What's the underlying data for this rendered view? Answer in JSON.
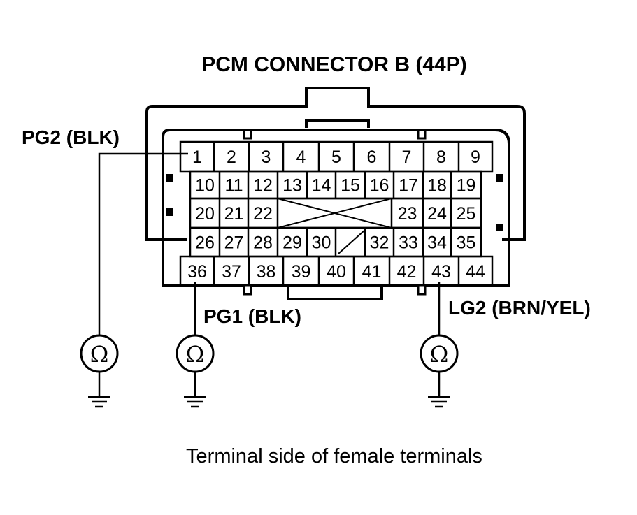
{
  "title": "PCM CONNECTOR B (44P)",
  "caption": "Terminal side of female terminals",
  "labels": {
    "pg2": "PG2 (BLK)",
    "pg1": "PG1 (BLK)",
    "lg2": "LG2 (BRN/YEL)"
  },
  "ohm_symbol": "Ω",
  "terminals": {
    "row1": [
      "1",
      "2",
      "3",
      "4",
      "5",
      "6",
      "7",
      "8",
      "9"
    ],
    "row2": [
      "10",
      "11",
      "12",
      "13",
      "14",
      "15",
      "16",
      "17",
      "18",
      "19"
    ],
    "row3": [
      "20",
      "21",
      "22",
      "23",
      "24",
      "25"
    ],
    "row4": [
      "26",
      "27",
      "28",
      "29",
      "30",
      "32",
      "33",
      "34",
      "35"
    ],
    "row5": [
      "36",
      "37",
      "38",
      "39",
      "40",
      "41",
      "42",
      "43",
      "44"
    ]
  }
}
